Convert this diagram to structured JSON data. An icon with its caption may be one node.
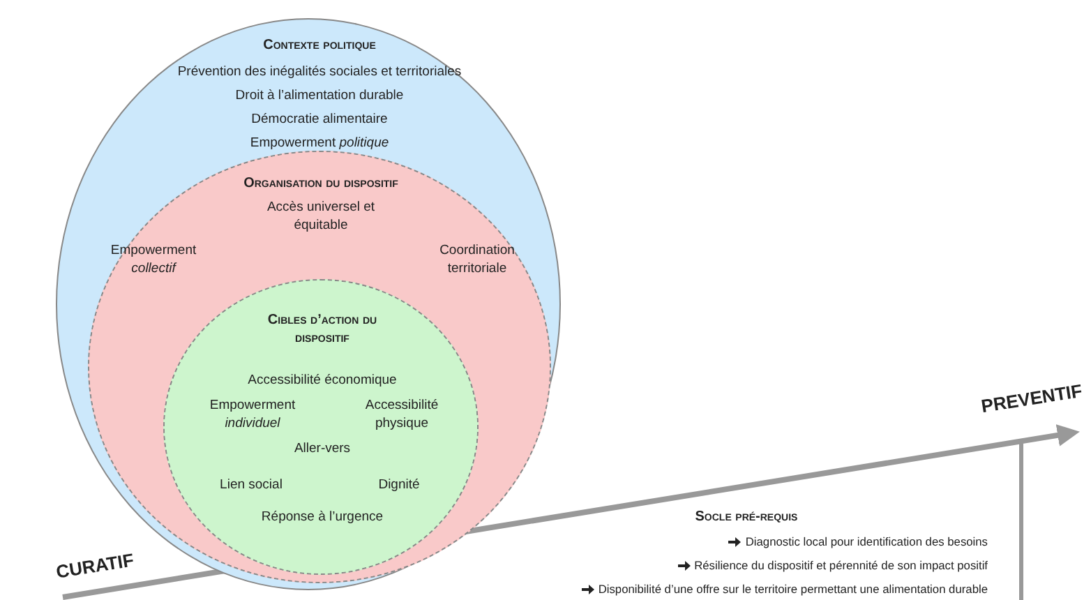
{
  "diagram": {
    "nodes": [
      {
        "text": [
          "Contexte politique",
          "Prévention des inégalités sociales et territoriales",
          "Droit à l’alimentation durable",
          "Démocratie alimentaire",
          "Empowerment *politique*"
        ]
      },
      {
        "text": [
          "Organisation du dispositif",
          "Accès universel et équitable",
          "Empowerment *collectif*",
          "Coordination territoriale"
        ],
        "in": 0
      },
      {
        "text": [
          "Cibles d’action du dispositif",
          "Accessibilité économique",
          "Empowerment *individuel*",
          "Accessibilité physique",
          "Aller-vers",
          "Lien social",
          "Dignité",
          "Réponse à l’urgence"
        ],
        "in": 1
      },
      {
        "text": [
          "Socle pré-requis",
          "Diagnostic local pour identification des besoins",
          "Résilience du dispositif et pérennité de son impact positif",
          "Disponibilité d’une offre sur le territoire permettant une alimentation durable"
        ]
      }
    ],
    "edges": [],
    "labels": [
      "PREVENTIF",
      "CURATIF"
    ]
  }
}
